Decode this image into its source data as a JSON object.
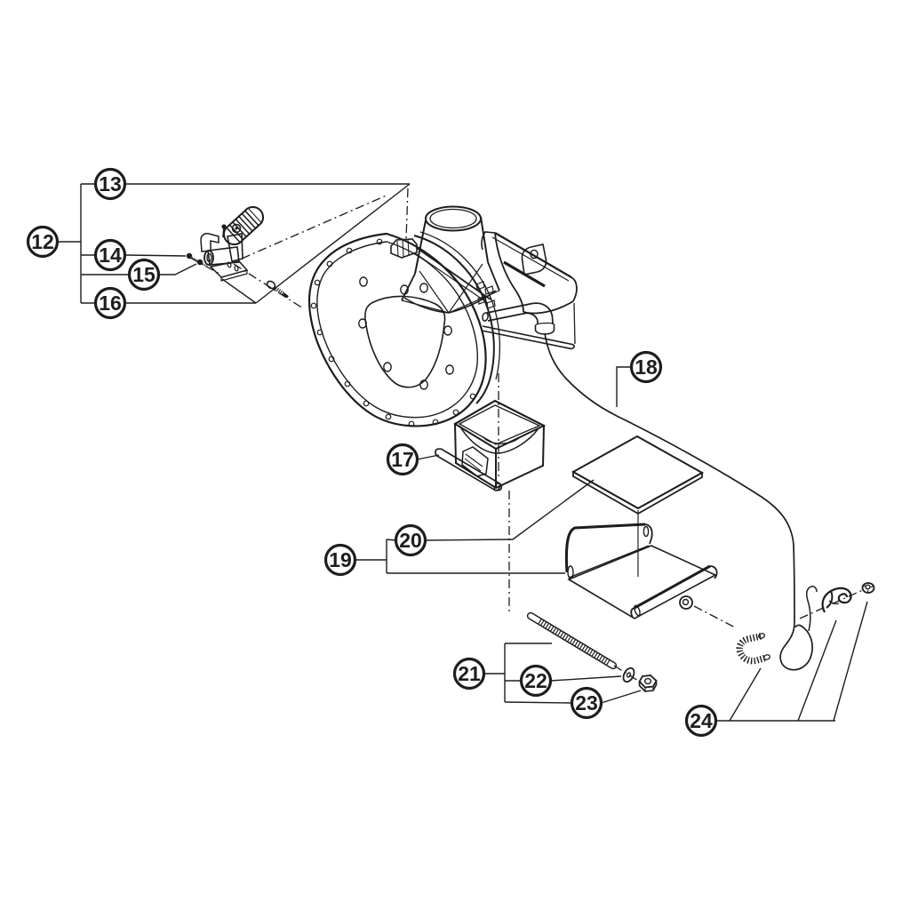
{
  "page": {
    "background_color": "#ffffff",
    "line_color": "#1d1d1d",
    "pad_fill_color": "#b5b5b5",
    "diagram_type": "exploded-parts-diagram"
  },
  "diagram": {
    "callouts": [
      {
        "label": "12"
      },
      {
        "label": "13"
      },
      {
        "label": "14"
      },
      {
        "label": "15"
      },
      {
        "label": "16"
      },
      {
        "label": "17"
      },
      {
        "label": "18"
      },
      {
        "label": "19"
      },
      {
        "label": "20"
      },
      {
        "label": "21"
      },
      {
        "label": "22"
      },
      {
        "label": "23"
      },
      {
        "label": "24"
      }
    ]
  }
}
